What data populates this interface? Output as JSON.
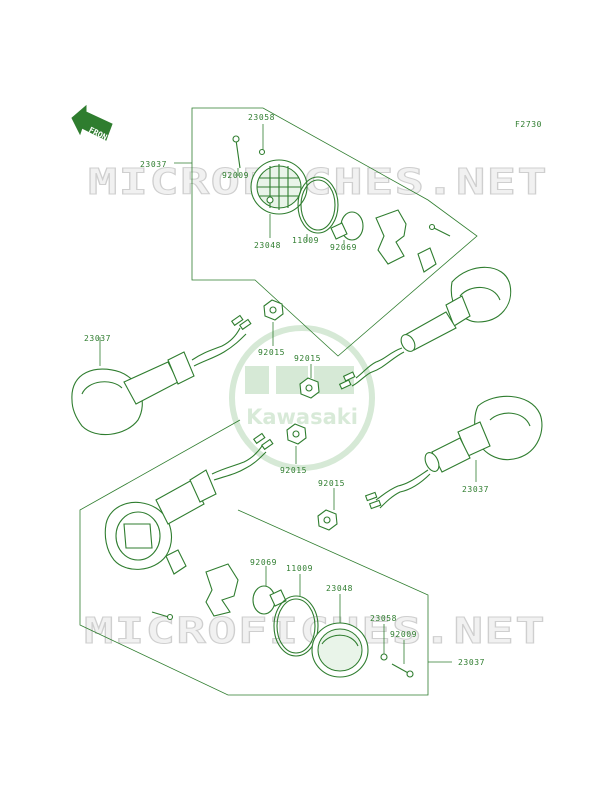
{
  "figure_code": "F2730",
  "front_label": "FRONT",
  "watermark_text": "MICROFICHES.NET",
  "logo_text": "Kawasaki",
  "ink_color": "#2f7d2f",
  "parts": [
    {
      "num": "23058"
    },
    {
      "num": "23037"
    },
    {
      "num": "92009"
    },
    {
      "num": "23048"
    },
    {
      "num": "11009"
    },
    {
      "num": "92069"
    },
    {
      "num": "23037"
    },
    {
      "num": "92015"
    },
    {
      "num": "92015"
    },
    {
      "num": "92015"
    },
    {
      "num": "92015"
    },
    {
      "num": "23037"
    },
    {
      "num": "92069"
    },
    {
      "num": "11009"
    },
    {
      "num": "23048"
    },
    {
      "num": "23058"
    },
    {
      "num": "92009"
    },
    {
      "num": "23037"
    }
  ]
}
